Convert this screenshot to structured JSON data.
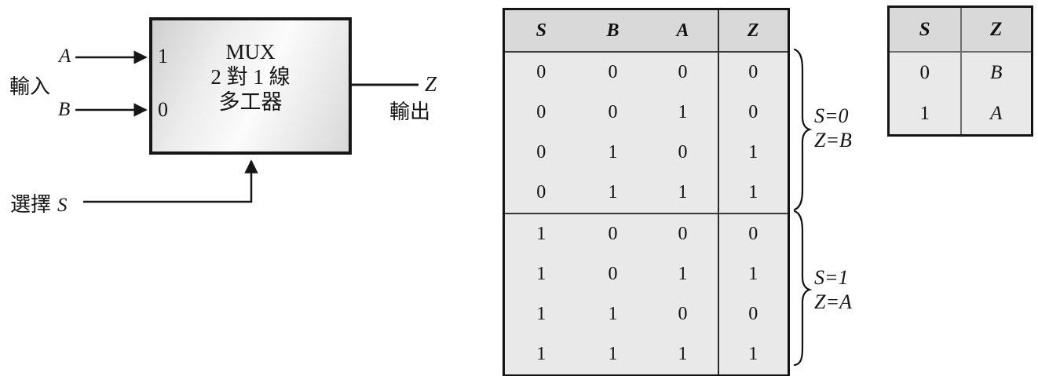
{
  "diagram": {
    "inputs_group_label": "輸入",
    "input_a_label": "A",
    "input_b_label": "B",
    "select_label": "選擇",
    "select_signal": "S",
    "pin1_label": "1",
    "pin0_label": "0",
    "box_title_line1": "MUX",
    "box_title_line2": "2 對 1 線",
    "box_title_line3": "多工器",
    "output_signal": "Z",
    "output_label": "輸出"
  },
  "truth_table": {
    "headers": [
      "S",
      "B",
      "A",
      "Z"
    ],
    "rows": [
      [
        "0",
        "0",
        "0",
        "0"
      ],
      [
        "0",
        "0",
        "1",
        "0"
      ],
      [
        "0",
        "1",
        "0",
        "1"
      ],
      [
        "0",
        "1",
        "1",
        "1"
      ],
      [
        "1",
        "0",
        "0",
        "0"
      ],
      [
        "1",
        "0",
        "1",
        "1"
      ],
      [
        "1",
        "1",
        "0",
        "0"
      ],
      [
        "1",
        "1",
        "1",
        "1"
      ]
    ],
    "group_annotations": [
      {
        "line1": "S=0",
        "line2": "Z=B"
      },
      {
        "line1": "S=1",
        "line2": "Z=A"
      }
    ]
  },
  "summary_table": {
    "headers": [
      "S",
      "Z"
    ],
    "rows": [
      [
        "0",
        "B"
      ],
      [
        "1",
        "A"
      ]
    ]
  },
  "colors": {
    "table_body_fill": "#e9e9e9",
    "table_header_fill": "#d9d9d9",
    "line_color": "#141414",
    "background": "#ffffff"
  }
}
